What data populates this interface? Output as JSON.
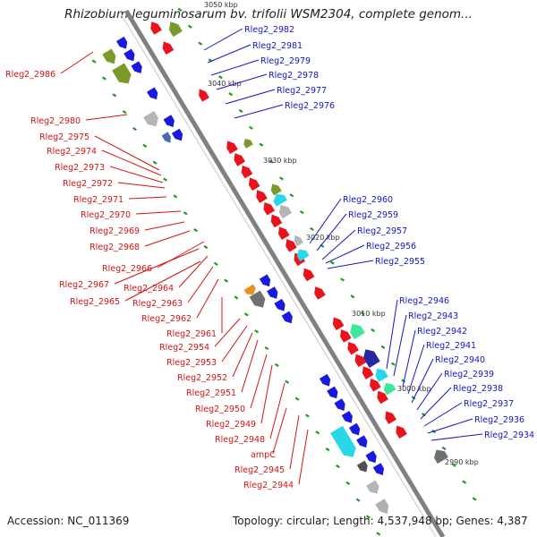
{
  "title": "Rhizobium leguminosarum bv. trifolii WSM2304, complete genom...",
  "footer": {
    "accession": "Accession: NC_011369",
    "summary": "Topology: circular; Length: 4,537,948 bp; Genes: 4,387"
  },
  "colors": {
    "backbone": "#808080",
    "reverse_strand": "#e8131c",
    "forward_strand": "#1a1adf",
    "reverse_label": "#d41414",
    "forward_label": "#1515c8",
    "ticks": "#1f9a1f",
    "olive": "#7a9a2a",
    "grey": "#b5b5b5",
    "cyan": "#29d8e8",
    "mint": "#3ee89a"
  },
  "scale_labels": [
    "3050 kbp",
    "3040 kbp",
    "3030 kbp",
    "3020 kbp",
    "3010 kbp",
    "3000 kbp",
    "2990 kbp"
  ],
  "forward_genes": [
    "Rleg2_2982",
    "Rleg2_2981",
    "Rleg2_2979",
    "Rleg2_2978",
    "Rleg2_2977",
    "Rleg2_2976",
    "Rleg2_2960",
    "Rleg2_2959",
    "Rleg2_2957",
    "Rleg2_2956",
    "Rleg2_2955",
    "Rleg2_2946",
    "Rleg2_2943",
    "Rleg2_2942",
    "Rleg2_2941",
    "Rleg2_2940",
    "Rleg2_2939",
    "Rleg2_2938",
    "Rleg2_2937",
    "Rleg2_2936",
    "Rleg2_2934"
  ],
  "reverse_genes": [
    "Rleg2_2986",
    "Rleg2_2980",
    "Rleg2_2975",
    "Rleg2_2974",
    "Rleg2_2973",
    "Rleg2_2972",
    "Rleg2_2971",
    "Rleg2_2970",
    "Rleg2_2969",
    "Rleg2_2968",
    "Rleg2_2966",
    "Rleg2_2967",
    "Rleg2_2964",
    "Rleg2_2965",
    "Rleg2_2963",
    "Rleg2_2962",
    "Rleg2_2961",
    "Rleg2_2954",
    "Rleg2_2953",
    "Rleg2_2952",
    "Rleg2_2951",
    "Rleg2_2950",
    "Rleg2_2949",
    "Rleg2_2948",
    "ampC",
    "Rleg2_2945",
    "Rleg2_2944"
  ]
}
